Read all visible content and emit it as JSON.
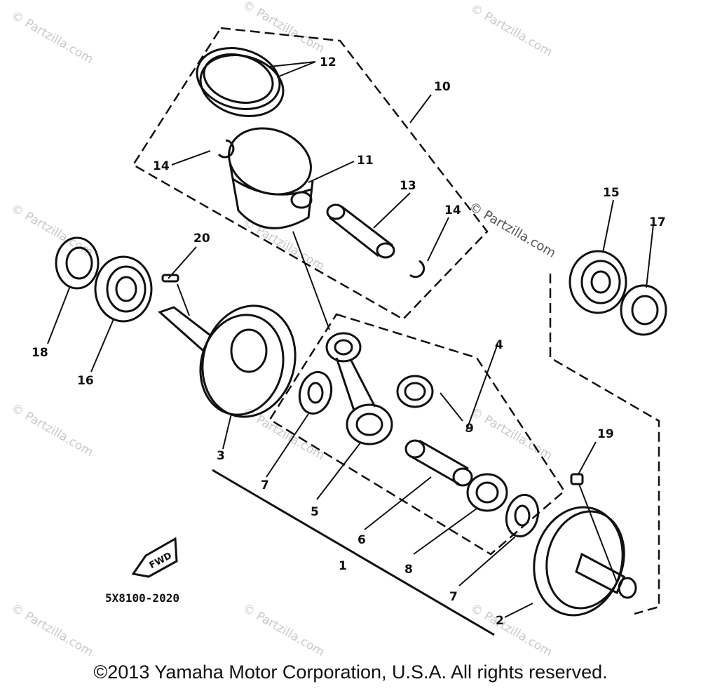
{
  "watermark": {
    "text": "© Partzilla.com",
    "overlay_text": "© Partzilla.com"
  },
  "diagram_code": "5X8100-2020",
  "fwd_label": "FWD",
  "copyright": "©2013 Yamaha Motor Corporation, U.S.A. All rights reserved.",
  "callouts": {
    "c1": "1",
    "c2": "2",
    "c3": "3",
    "c4": "4",
    "c5": "5",
    "c6": "6",
    "c7a": "7",
    "c7b": "7",
    "c8": "8",
    "c9": "9",
    "c10": "10",
    "c11": "11",
    "c12": "12",
    "c13": "13",
    "c14a": "14",
    "c14b": "14",
    "c15": "15",
    "c16": "16",
    "c17": "17",
    "c18": "18",
    "c19": "19",
    "c20": "20"
  }
}
